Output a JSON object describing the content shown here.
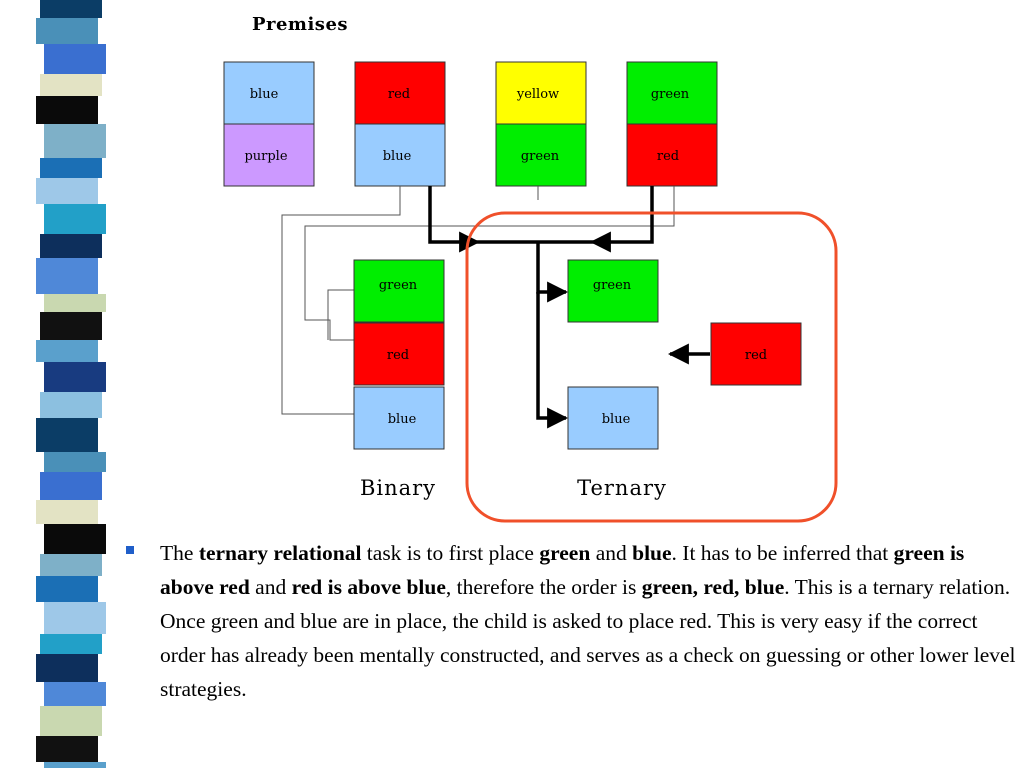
{
  "colors": {
    "blue": "#99ccff",
    "red": "#ff0000",
    "yellow": "#ffff00",
    "green": "#00ee00",
    "purple": "#cc99ff",
    "highlight": "#f0502a",
    "bullet": "#1f5ec9"
  },
  "diagram": {
    "title": "Premises",
    "premises": [
      {
        "top": "blue",
        "bottom": "purple"
      },
      {
        "top": "red",
        "bottom": "blue"
      },
      {
        "top": "yellow",
        "bottom": "green"
      },
      {
        "top": "green",
        "bottom": "red"
      }
    ],
    "binary": {
      "caption": "Binary",
      "boxes": [
        "green",
        "red",
        "blue"
      ]
    },
    "ternary": {
      "caption": "Ternary",
      "boxes": [
        "green",
        "blue"
      ],
      "pending": "red"
    }
  },
  "body": {
    "s1": "The ",
    "b1": "ternary relational",
    "s2": " task is to first place ",
    "b2": "green",
    "s3": " and ",
    "b3": "blue",
    "s4": ".  It has to be inferred that ",
    "b4": "green is above red",
    "s5": " and ",
    "b5": "red is above blue",
    "s6": ", therefore the order is ",
    "b6": "green, red, blue",
    "s7": ".  This is a ternary relation.  Once green and blue are in place, the child is asked to place red.  This is very easy if the correct order has already been mentally constructed, and serves as a check on guessing or other lower level strategies."
  }
}
